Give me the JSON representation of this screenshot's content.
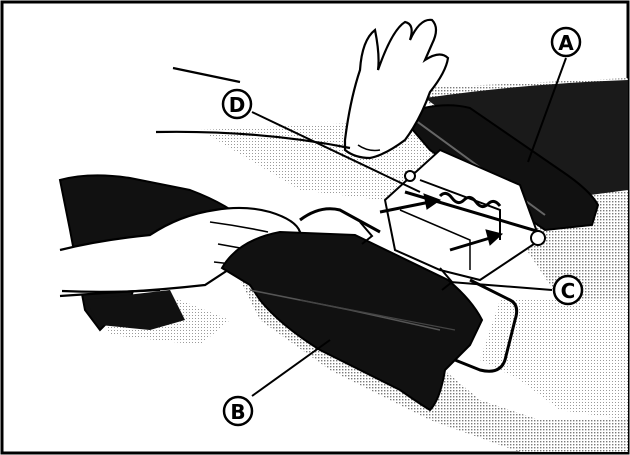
{
  "callouts": {
    "a": "A",
    "b": "B",
    "c": "C",
    "d": "D"
  },
  "colors": {
    "ink": "#000000",
    "paper": "#ffffff",
    "halftone": "#8c8c8c",
    "skin": "#ffffff"
  }
}
